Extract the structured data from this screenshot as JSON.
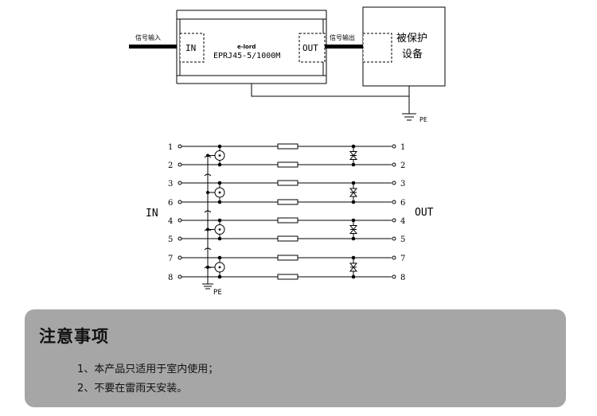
{
  "top_diagram": {
    "input_label": "信号输入",
    "output_label": "信号输出",
    "device_in_label": "IN",
    "device_out_label": "OUT",
    "brand": "e-lord",
    "model": "EPRJ45-5/1000M",
    "protected_device_line1": "被保护",
    "protected_device_line2": "设备",
    "ground_label": "PE"
  },
  "circuit": {
    "in_label": "IN",
    "out_label": "OUT",
    "pins": [
      "1",
      "2",
      "3",
      "6",
      "4",
      "5",
      "7",
      "8"
    ],
    "ground_label": "PE"
  },
  "notes": {
    "title": "注意事项",
    "items": [
      "1、本产品只适用于室内使用；",
      "2、不要在雷雨天安装。"
    ]
  }
}
